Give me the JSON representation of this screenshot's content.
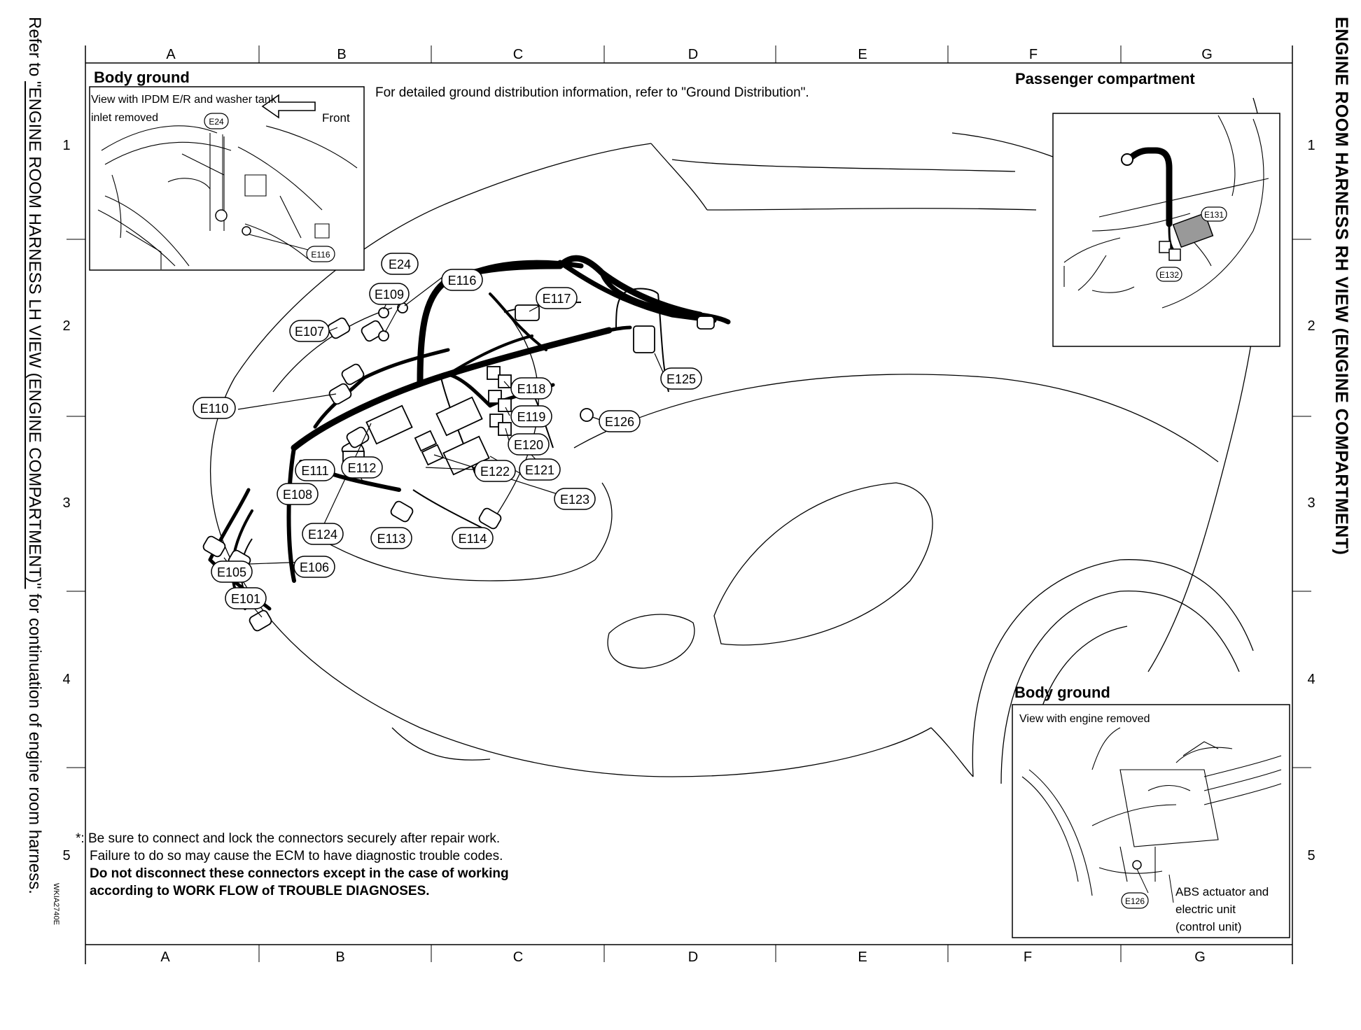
{
  "title": "ENGINE ROOM HARNESS RH VIEW (ENGINE COMPARTMENT)",
  "side_note": {
    "prefix": "Refer to ",
    "link": "\"ENGINE ROOM HARNESS LH VIEW (ENGINE COMPARTMENT)\"",
    "suffix": " for continuation of engine room harness."
  },
  "figure_code": "WKIA2740E",
  "grid": {
    "columns": [
      "A",
      "B",
      "C",
      "D",
      "E",
      "F",
      "G"
    ],
    "rows": [
      "1",
      "2",
      "3",
      "4",
      "5"
    ]
  },
  "ground_note": "For detailed ground distribution information, refer to \"Ground Distribution\".",
  "insets": {
    "body_ground_top": {
      "title": "Body ground",
      "subtitle_line1": "View with IPDM E/R and washer tank",
      "subtitle_line2": "inlet removed",
      "front_label": "Front",
      "connectors": [
        "E24",
        "E116"
      ]
    },
    "passenger": {
      "title": "Passenger compartment",
      "connectors": [
        "E131",
        "E132"
      ]
    },
    "body_ground_bottom": {
      "title": "Body ground",
      "subtitle": "View with engine removed",
      "connectors": [
        "E126"
      ],
      "unit_label_line1": "ABS actuator and",
      "unit_label_line2": "electric unit",
      "unit_label_line3": "(control unit)"
    }
  },
  "connectors": [
    "E24",
    "E109",
    "E116",
    "E107",
    "E117",
    "E125",
    "E110",
    "E118",
    "E119",
    "E126",
    "E120",
    "E111",
    "E121",
    "E122",
    "E108",
    "E112",
    "E123",
    "E124",
    "E113",
    "E114",
    "E105",
    "E106",
    "E101"
  ],
  "footnote": {
    "line1": "*: Be sure to connect and lock the connectors securely after repair work.",
    "line2": "Failure to do so may cause the ECM to have diagnostic trouble codes.",
    "line3": "Do not disconnect these connectors except in the case of working",
    "line4": "according to WORK FLOW of TROUBLE DIAGNOSES."
  }
}
